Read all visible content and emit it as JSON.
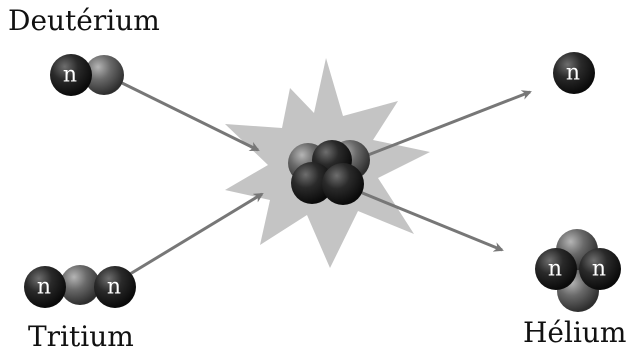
{
  "labels": {
    "deuterium": "Deutérium",
    "tritium": "Tritium",
    "helium": "Hélium",
    "neutron_symbol": "n"
  },
  "colors": {
    "neutron": "#1c1c1c",
    "proton": "#6a6a6a",
    "arrow": "#777777",
    "explosion": "#c4c4c4"
  }
}
